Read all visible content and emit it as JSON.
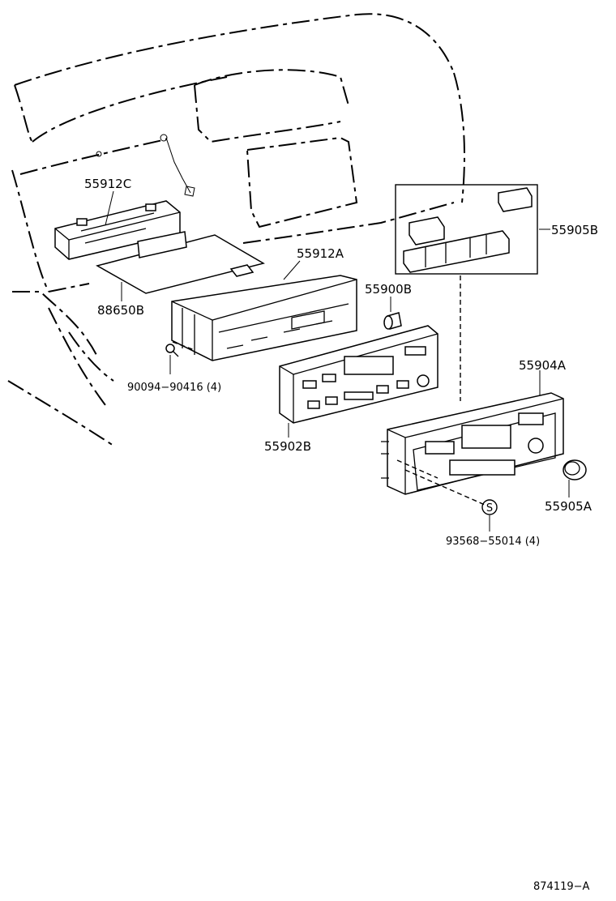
{
  "parts": {
    "p55912C": "55912C",
    "p88650B": "88650B",
    "p55912A": "55912A",
    "p55900B": "55900B",
    "p90094": "90094−90416 (4)",
    "p55902B": "55902B",
    "p55905B": "55905B",
    "p55904A": "55904A",
    "p55905A": "55905A",
    "p93568": "93568−55014 (4)",
    "s_symbol": "S"
  },
  "figure_id": "874119−A"
}
